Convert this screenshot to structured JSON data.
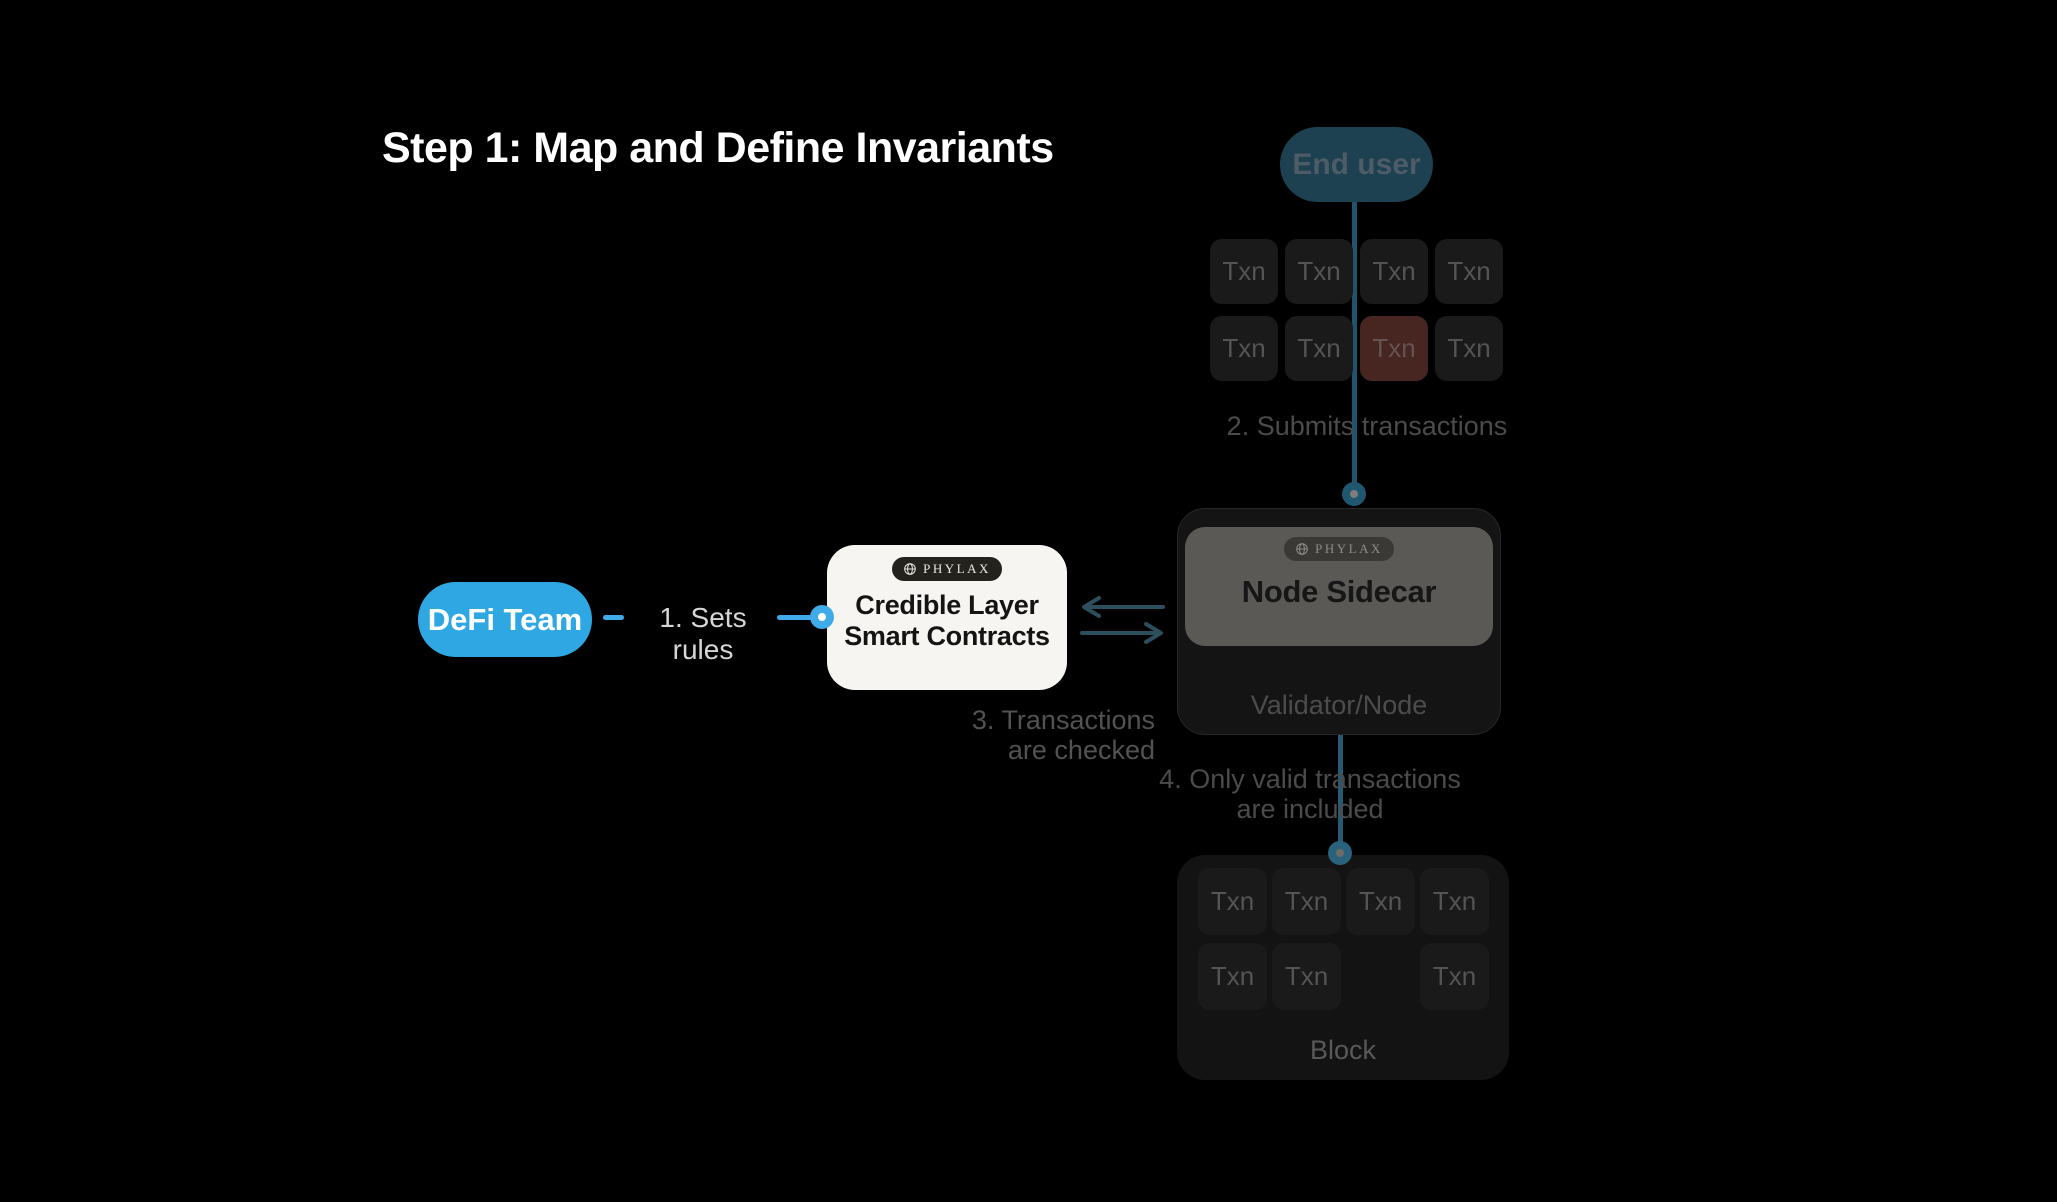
{
  "title": "Step 1: Map and Define Invariants",
  "end_user": {
    "label": "End user"
  },
  "defi_team": {
    "label": "DeFi Team"
  },
  "flow_labels": {
    "sets_rules": "1. Sets rules",
    "submits": "2. Submits transactions",
    "checked_line1": "3. Transactions",
    "checked_line2": "are checked",
    "valid_line1": "4. Only valid transactions",
    "valid_line2": "are included"
  },
  "mempool": {
    "cells": [
      "Txn",
      "Txn",
      "Txn",
      "Txn",
      "Txn",
      "Txn",
      "Txn",
      "Txn"
    ],
    "invalid_index": 6
  },
  "credible_card": {
    "badge": "PHYLAX",
    "title_line1": "Credible Layer",
    "title_line2": "Smart Contracts"
  },
  "validator": {
    "badge": "PHYLAX",
    "sidecar": "Node Sidecar",
    "label": "Validator/Node"
  },
  "block": {
    "label": "Block",
    "cells": [
      "Txn",
      "Txn",
      "Txn",
      "Txn",
      "Txn",
      "Txn",
      "Txn"
    ]
  },
  "colors": {
    "background": "#000000",
    "accent_blue": "#2fa7e2",
    "teal_line": "#21536c",
    "teal_arrow": "#2d4e5d",
    "invalid_red": "#472622",
    "card_bg": "#f7f5f1",
    "end_user_pill": "#1d4150"
  }
}
